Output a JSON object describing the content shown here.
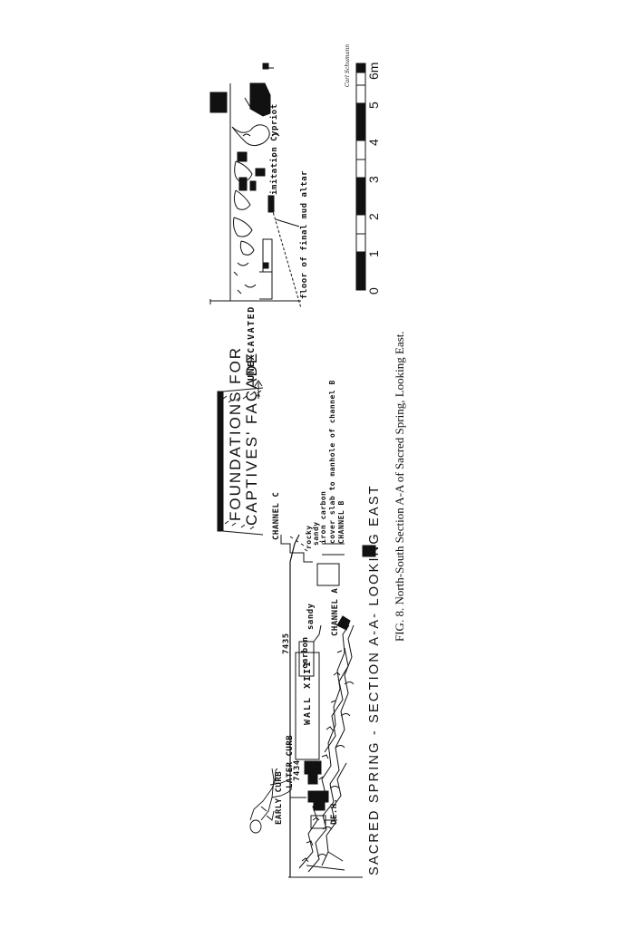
{
  "figure": {
    "title": "SACRED SPRING - SECTION A-A- LOOKING EAST",
    "caption": "FIG. 8. North-South Section A-A of Sacred Spring, Looking East.",
    "signature": "Carl Schumann"
  },
  "labels": {
    "early_curb": "EARLY CURB",
    "later_curb": "LATER CURB",
    "level_7434": "7434",
    "level_7435": "7435",
    "wall_xiii": "WALL XIII",
    "carbon": "carbon",
    "sandy": "sandy",
    "de_h": "DE.H.",
    "channel_a": "CHANNEL A",
    "channel_b": "CHANNEL B",
    "channel_c": "CHANNEL C",
    "rocky": "rocky",
    "sandy_2": "sandy",
    "iron_carbon": "iron carbon",
    "cover_slab": "cover slab to manhole of channel B",
    "foundations_1": "FOUNDATIONS FOR",
    "foundations_2": "CAPTIVES' FAÇADE",
    "unexcavated": "UNEXCAVATED",
    "imitation_cypriot": "imitation Cypriot",
    "floor_final": "floor of final mud altar"
  },
  "scale_bar": {
    "unit": "m",
    "ticks": [
      "0",
      "1",
      "2",
      "3",
      "4",
      "5",
      "6m"
    ]
  }
}
